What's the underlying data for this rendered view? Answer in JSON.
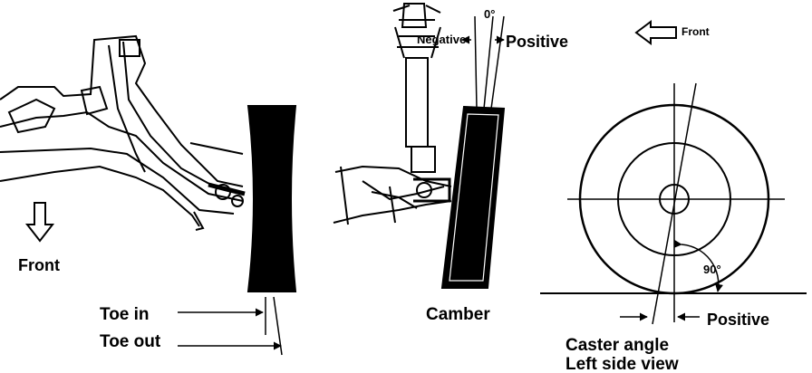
{
  "toe": {
    "front_label": "Front",
    "toe_in_label": "Toe in",
    "toe_out_label": "Toe out"
  },
  "camber": {
    "zero_label": "0°",
    "negative_label": "Negative",
    "positive_label": "Positive",
    "title": "Camber"
  },
  "caster": {
    "front_label": "Front",
    "angle_label": "90°",
    "positive_label": "Positive",
    "title_line1": "Caster angle",
    "title_line2": "Left side view"
  }
}
